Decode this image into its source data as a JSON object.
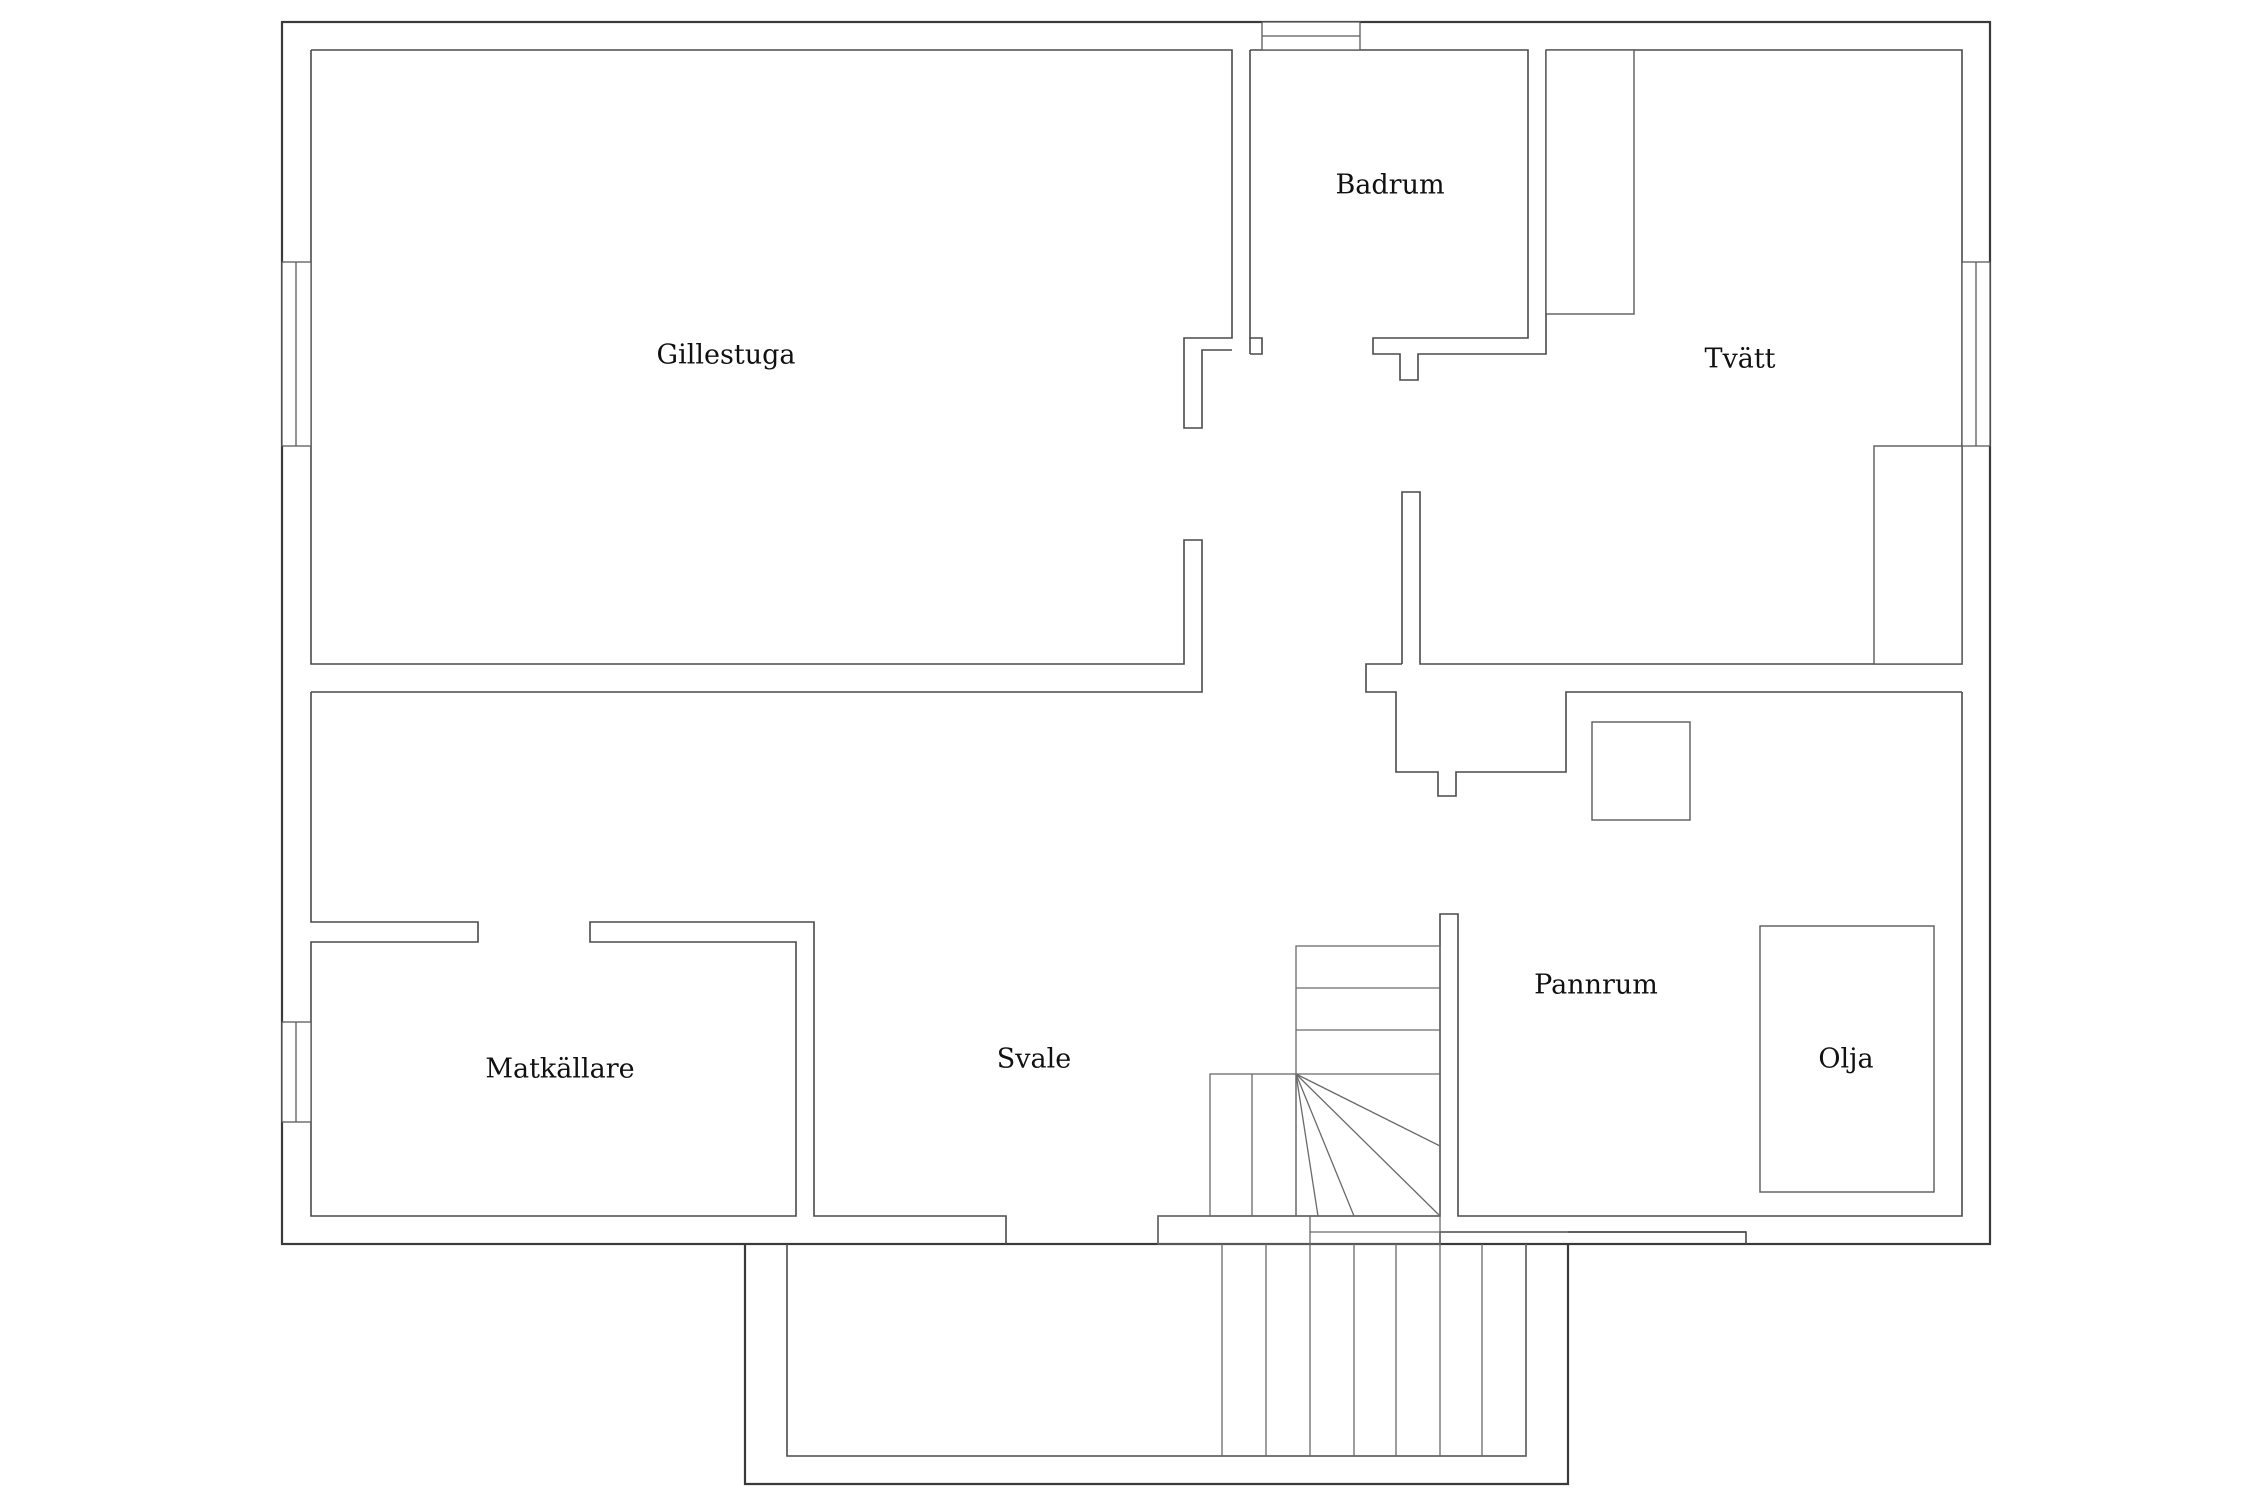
{
  "floorplan": {
    "rooms": [
      {
        "id": "gillestuga",
        "label": "Gillestuga"
      },
      {
        "id": "badrum",
        "label": "Badrum"
      },
      {
        "id": "tvatt",
        "label": "Tvätt"
      },
      {
        "id": "matkallare",
        "label": "Matkällare"
      },
      {
        "id": "svale",
        "label": "Svale"
      },
      {
        "id": "pannrum",
        "label": "Pannrum"
      },
      {
        "id": "olja",
        "label": "Olja"
      }
    ]
  }
}
